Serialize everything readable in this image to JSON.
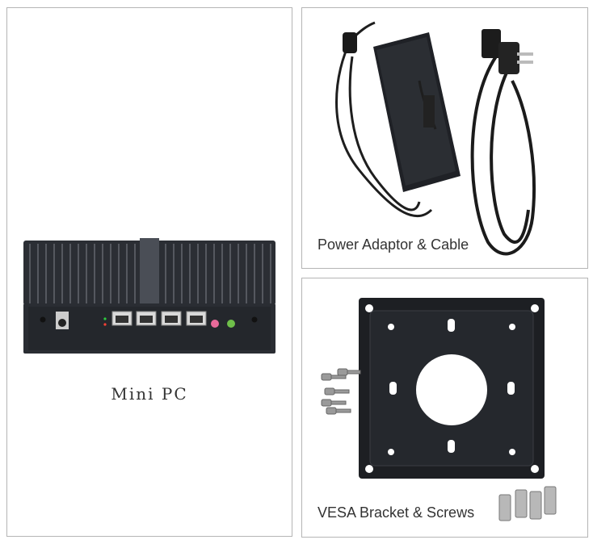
{
  "panels": {
    "mini_pc": {
      "caption": "Mini PC"
    },
    "power": {
      "caption": "Power Adaptor & Cable"
    },
    "vesa": {
      "caption": "VESA Bracket & Screws"
    }
  },
  "colors": {
    "border": "#b5b5b5",
    "device": "#2a2d33",
    "caption": "#333333"
  },
  "icons": [
    "mini-pc-image",
    "power-adapter-image",
    "power-cable-image",
    "vesa-bracket-image",
    "screws-image",
    "standoffs-image"
  ]
}
